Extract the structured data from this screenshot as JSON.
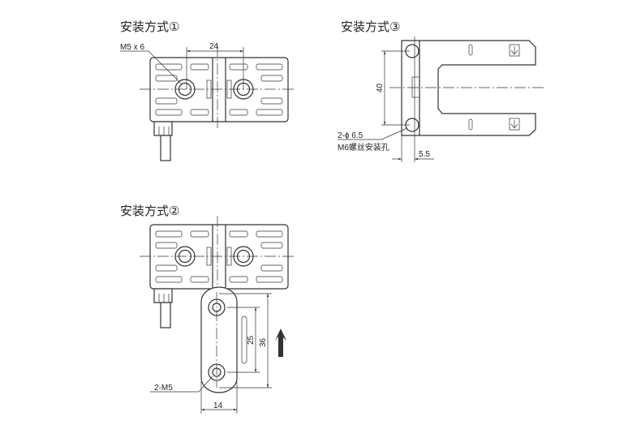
{
  "mount1": {
    "title": "安装方式①",
    "thread_label": "M5 x 6",
    "spacing": "24"
  },
  "mount2": {
    "title": "安装方式②",
    "thread_label": "2-M5",
    "dim_hole_spacing": "25",
    "dim_height": "36",
    "dim_width": "14"
  },
  "mount3": {
    "title": "安装方式③",
    "dim_height": "40",
    "hole_label": "2-ϕ 6.5",
    "screw_label": "M6螺丝安装孔",
    "dim_offset": "5.5"
  }
}
